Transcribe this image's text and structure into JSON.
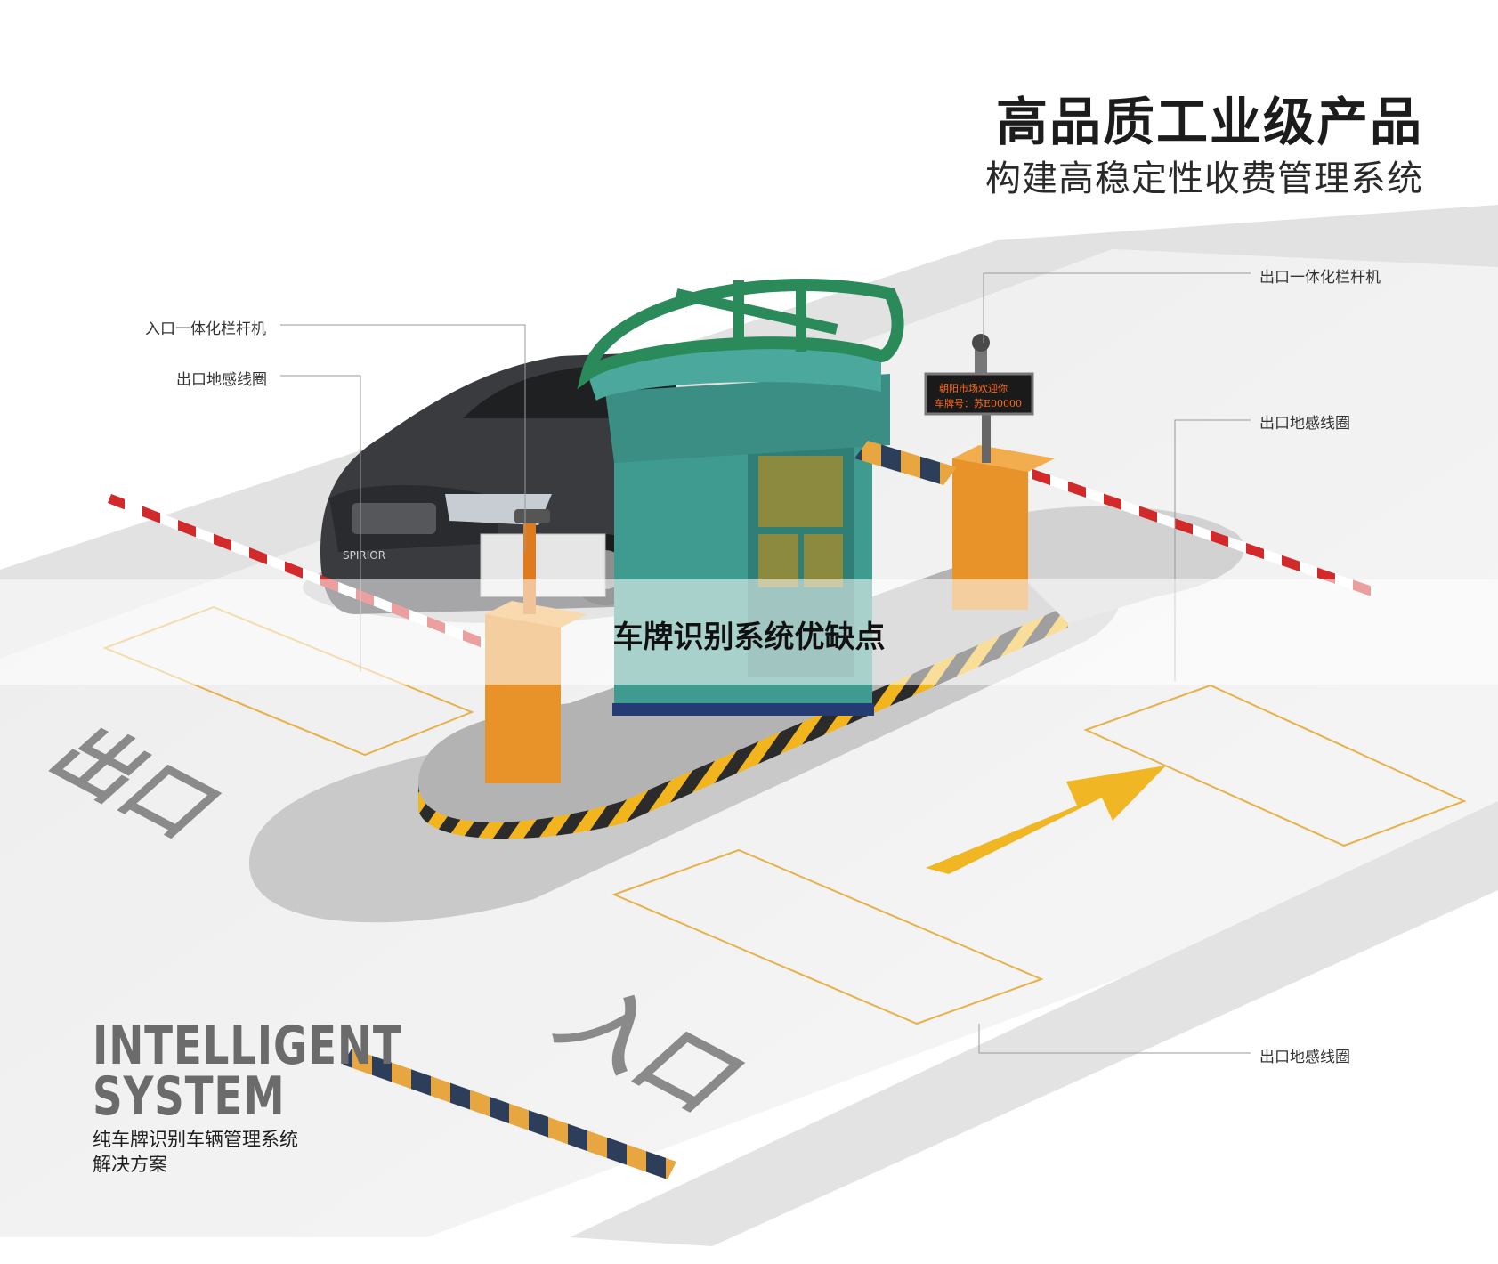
{
  "header": {
    "title": "高品质工业级产品",
    "subtitle": "构建高稳定性收费管理系统"
  },
  "callouts": {
    "entry_barrier": "入口一体化栏杆机",
    "entry_loop": "出口地感线圈",
    "exit_barrier": "出口一体化栏杆机",
    "exit_loop_right": "出口地感线圈",
    "exit_loop_bottom": "出口地感线圈"
  },
  "road_markings": {
    "exit": "出口",
    "entry": "入口"
  },
  "display_board": {
    "line1": "朝阳市场欢迎你",
    "line2": "车牌号：苏E00000"
  },
  "car_badge": "SPIRIOR",
  "banner": {
    "title": "车牌识别系统优缺点"
  },
  "brand": {
    "line1": "INTELLIGENT",
    "line2": "SYSTEM",
    "desc1": "纯车牌识别车辆管理系统",
    "desc2": "解决方案"
  },
  "colors": {
    "booth": "#3f9a8f",
    "roof": "#2a8a5a",
    "barrier_box": "#e8932a",
    "hazard_yellow": "#f2b51e",
    "loop_line": "#e8b14a",
    "arrow": "#f0b624",
    "led_text": "#ff6a1a"
  }
}
